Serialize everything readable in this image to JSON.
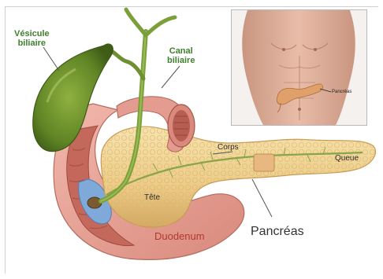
{
  "labels": {
    "gallbladder": "Vésicule\nbiliaire",
    "bile_duct": "Canal\nbiliaire",
    "body": "Corps",
    "tail": "Queue",
    "head": "Tête",
    "duodenum": "Duodenum",
    "pancreas": "Pancréas",
    "inset_pancreas": "Pancréas"
  },
  "colors": {
    "gallbladder": "#6d8f2a",
    "bile_duct": "#7ba03a",
    "pancreas": "#f2d79a",
    "pancreas_shadow": "#d9b56e",
    "duodenum": "#eba99e",
    "duodenum_dark": "#c9786c",
    "bile_blue": "#7fa9d8",
    "skin": "#e3b5a0"
  }
}
